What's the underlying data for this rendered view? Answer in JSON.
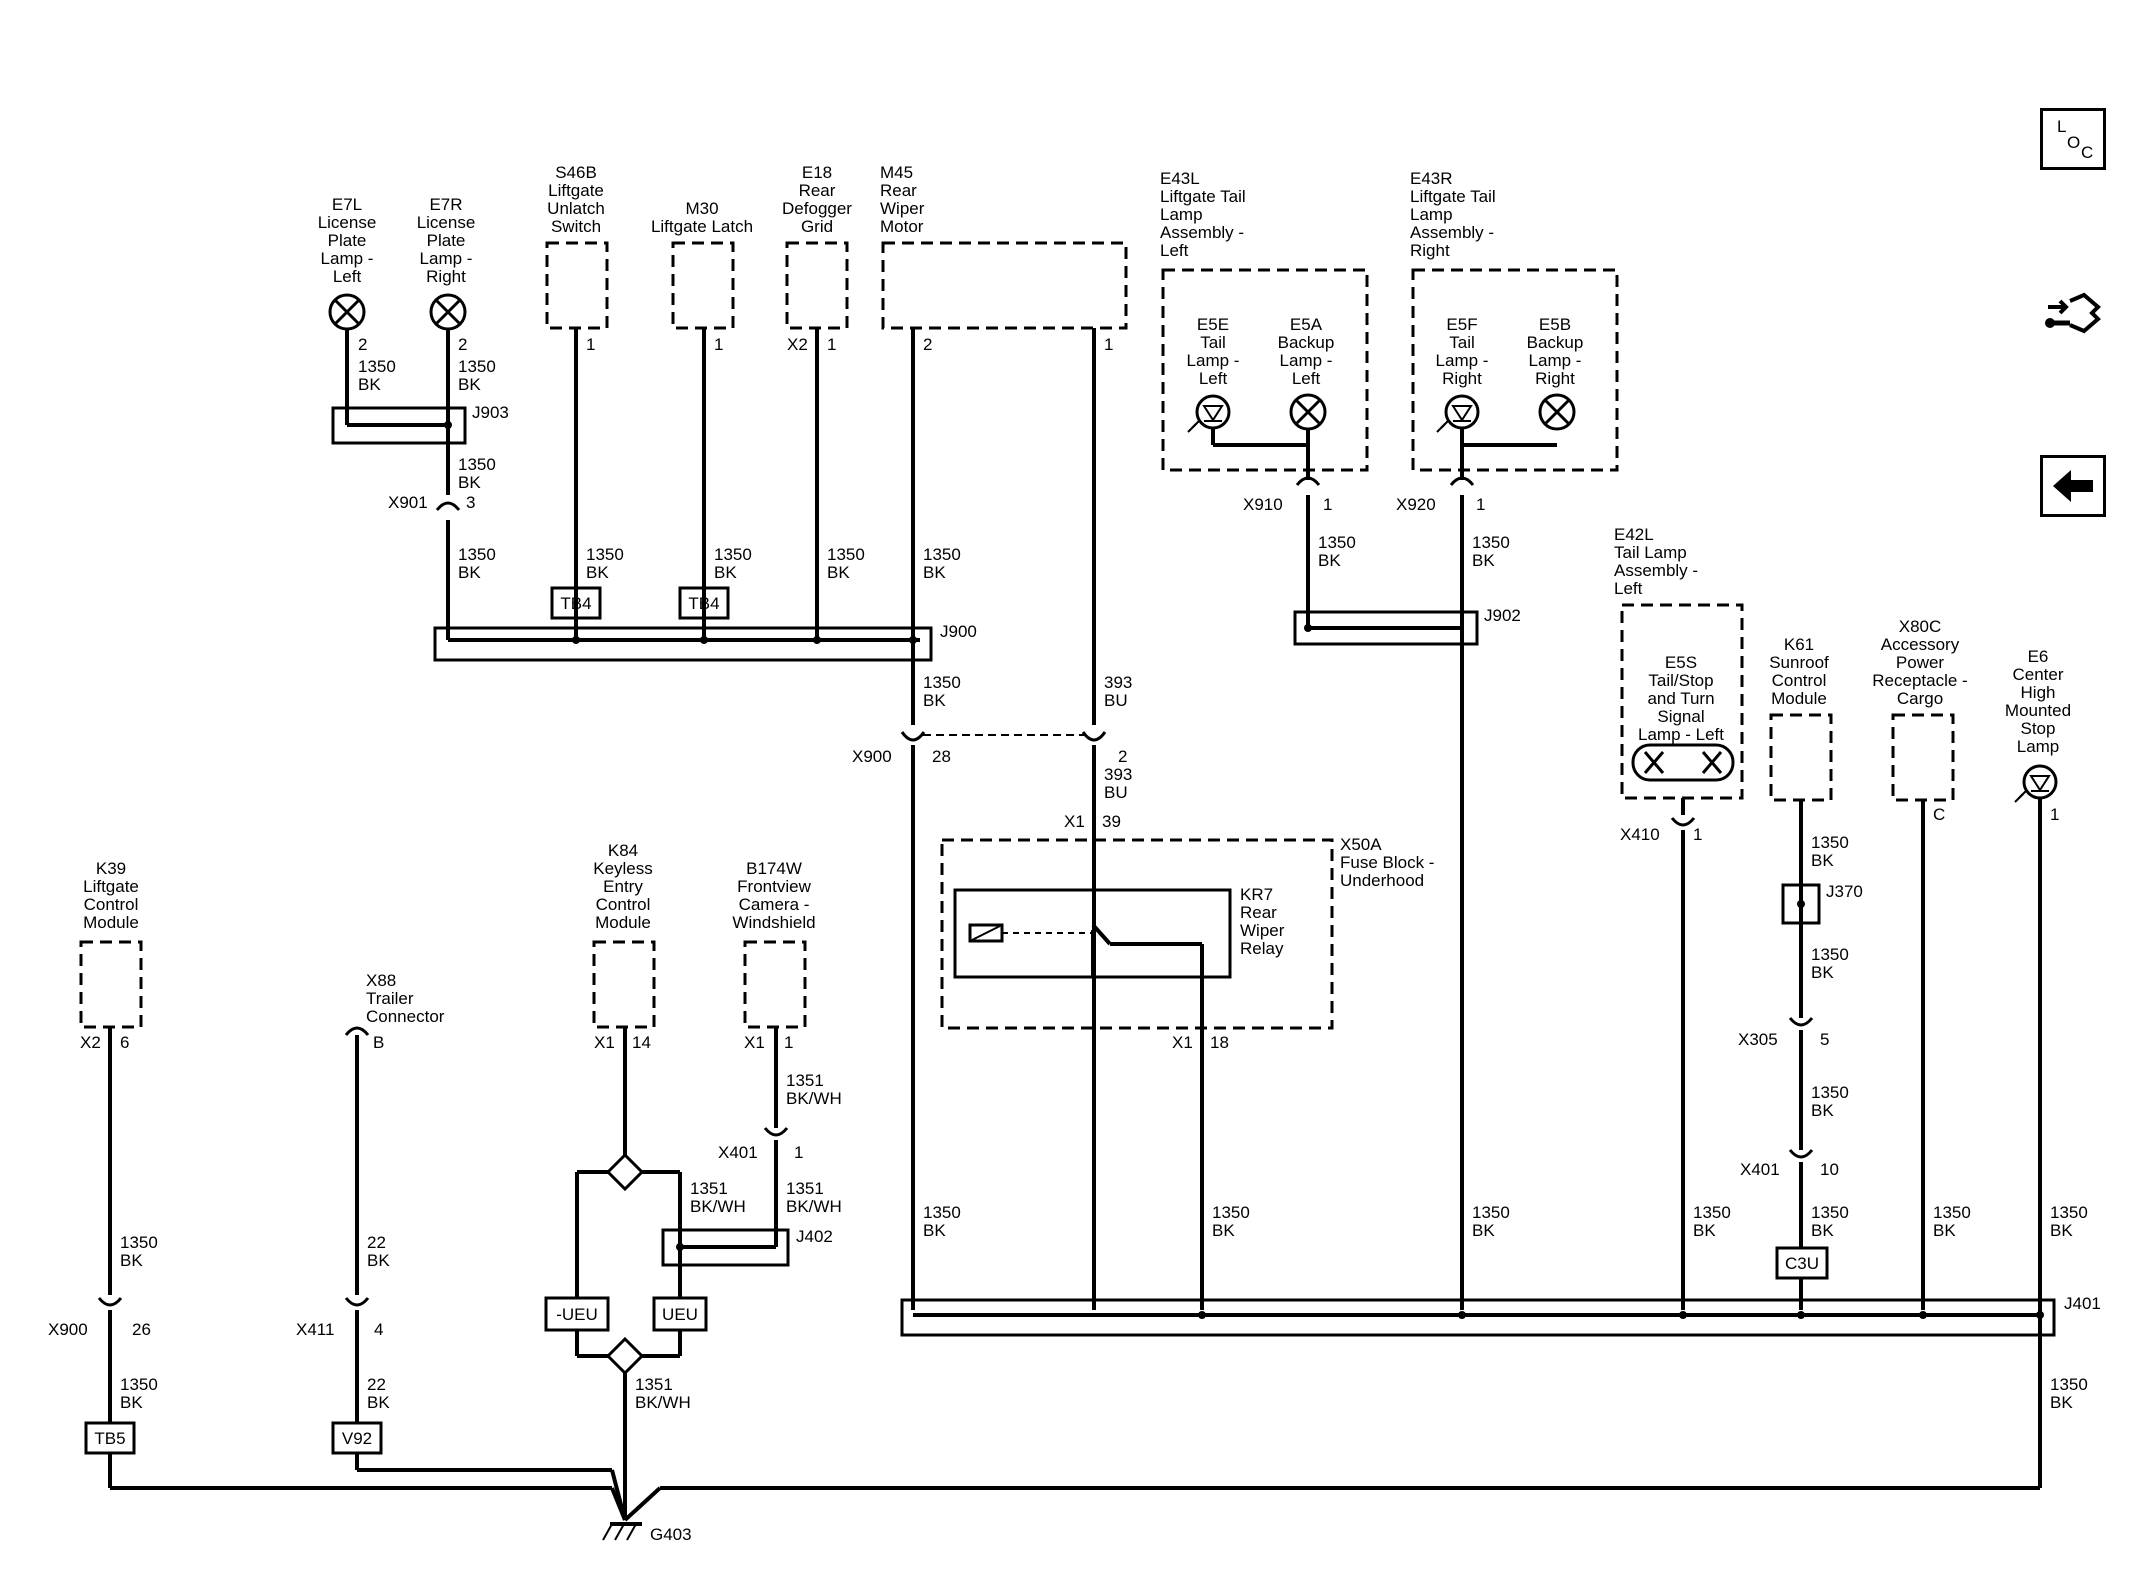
{
  "nav": {
    "loc_letters": [
      "L",
      "O",
      "C"
    ],
    "location_icon": "loc-icon",
    "tools_icon": "connector-tools-icon",
    "back_icon": "back-arrow-icon"
  },
  "components": {
    "e7l": {
      "ref": "E7L",
      "lines": [
        "License",
        "Plate",
        "Lamp -",
        "Left"
      ]
    },
    "e7r": {
      "ref": "E7R",
      "lines": [
        "License",
        "Plate",
        "Lamp -",
        "Right"
      ]
    },
    "s46b": {
      "ref": "S46B",
      "lines": [
        "Liftgate",
        "Unlatch",
        "Switch"
      ]
    },
    "m30": {
      "ref": "M30",
      "lines": [
        "Liftgate Latch"
      ]
    },
    "e18": {
      "ref": "E18",
      "lines": [
        "Rear",
        "Defogger",
        "Grid"
      ]
    },
    "m45": {
      "ref": "M45",
      "lines": [
        "Rear",
        "Wiper",
        "Motor"
      ]
    },
    "e43l": {
      "ref": "E43L",
      "lines": [
        "Liftgate Tail",
        "Lamp",
        "Assembly -",
        "Left"
      ]
    },
    "e43r": {
      "ref": "E43R",
      "lines": [
        "Liftgate Tail",
        "Lamp",
        "Assembly -",
        "Right"
      ]
    },
    "e5e": {
      "ref": "E5E",
      "lines": [
        "Tail",
        "Lamp -",
        "Left"
      ]
    },
    "e5a": {
      "ref": "E5A",
      "lines": [
        "Backup",
        "Lamp -",
        "Left"
      ]
    },
    "e5f": {
      "ref": "E5F",
      "lines": [
        "Tail",
        "Lamp -",
        "Right"
      ]
    },
    "e5b": {
      "ref": "E5B",
      "lines": [
        "Backup",
        "Lamp -",
        "Right"
      ]
    },
    "e42l": {
      "ref": "E42L",
      "lines": [
        "Tail Lamp",
        "Assembly -",
        "Left"
      ]
    },
    "e5s": {
      "ref": "E5S",
      "lines": [
        "Tail/Stop",
        "and Turn",
        "Signal",
        "Lamp - Left"
      ]
    },
    "k61": {
      "ref": "K61",
      "lines": [
        "Sunroof",
        "Control",
        "Module"
      ]
    },
    "x80c": {
      "ref": "X80C",
      "lines": [
        "Accessory",
        "Power",
        "Receptacle -",
        "Cargo"
      ]
    },
    "e6": {
      "ref": "E6",
      "lines": [
        "Center",
        "High",
        "Mounted",
        "Stop",
        "Lamp"
      ]
    },
    "k39": {
      "ref": "K39",
      "lines": [
        "Liftgate",
        "Control",
        "Module"
      ]
    },
    "x88": {
      "ref": "X88",
      "lines": [
        "Trailer",
        "Connector"
      ]
    },
    "k84": {
      "ref": "K84",
      "lines": [
        "Keyless",
        "Entry",
        "Control",
        "Module"
      ]
    },
    "b174w": {
      "ref": "B174W",
      "lines": [
        "Frontview",
        "Camera -",
        "Windshield"
      ]
    },
    "x50a": {
      "ref": "X50A",
      "lines": [
        "Fuse Block -",
        "Underhood"
      ]
    },
    "kr7": {
      "ref": "KR7",
      "lines": [
        "Rear",
        "Wiper",
        "Relay"
      ]
    }
  },
  "junction_blocks": [
    "J903",
    "J900",
    "J902",
    "J370",
    "J402",
    "J401"
  ],
  "inline_boxes": [
    "TB4",
    "TB4",
    "TB5",
    "V92",
    "-UEU",
    "UEU",
    "C3U"
  ],
  "ground": "G403",
  "connectors": {
    "x901": {
      "name": "X901",
      "pin": "3"
    },
    "x910": {
      "name": "X910",
      "pin": "1"
    },
    "x920": {
      "name": "X920",
      "pin": "1"
    },
    "x900a": {
      "name": "X900",
      "pin": "28"
    },
    "x900b": {
      "name": "X900",
      "pin": "26"
    },
    "x410": {
      "name": "X410",
      "pin": "1"
    },
    "x305": {
      "name": "X305",
      "pin": "5"
    },
    "x401a": {
      "name": "X401",
      "pin": "1"
    },
    "x401b": {
      "name": "X401",
      "pin": "10"
    },
    "x411": {
      "name": "X411",
      "pin": "4"
    },
    "x1_39": {
      "name": "X1",
      "pin": "39"
    },
    "x1_18": {
      "name": "X1",
      "pin": "18"
    },
    "x1_14": {
      "name": "X1",
      "pin": "14"
    },
    "x1_1": {
      "name": "X1",
      "pin": "1"
    },
    "x2_6": {
      "name": "X2",
      "pin": "6"
    },
    "x2_1": {
      "name": "X2",
      "pin": "1"
    }
  },
  "pins": [
    "2",
    "2",
    "1",
    "1",
    "1",
    "2",
    "1",
    "2",
    "1",
    "C",
    "1",
    "B"
  ],
  "wires": {
    "bk1350": [
      "1350",
      "BK"
    ],
    "bu393": [
      "393",
      "BU"
    ],
    "bkwh1351": [
      "1351",
      "BK/WH"
    ],
    "bk22": [
      "22",
      "BK"
    ]
  }
}
